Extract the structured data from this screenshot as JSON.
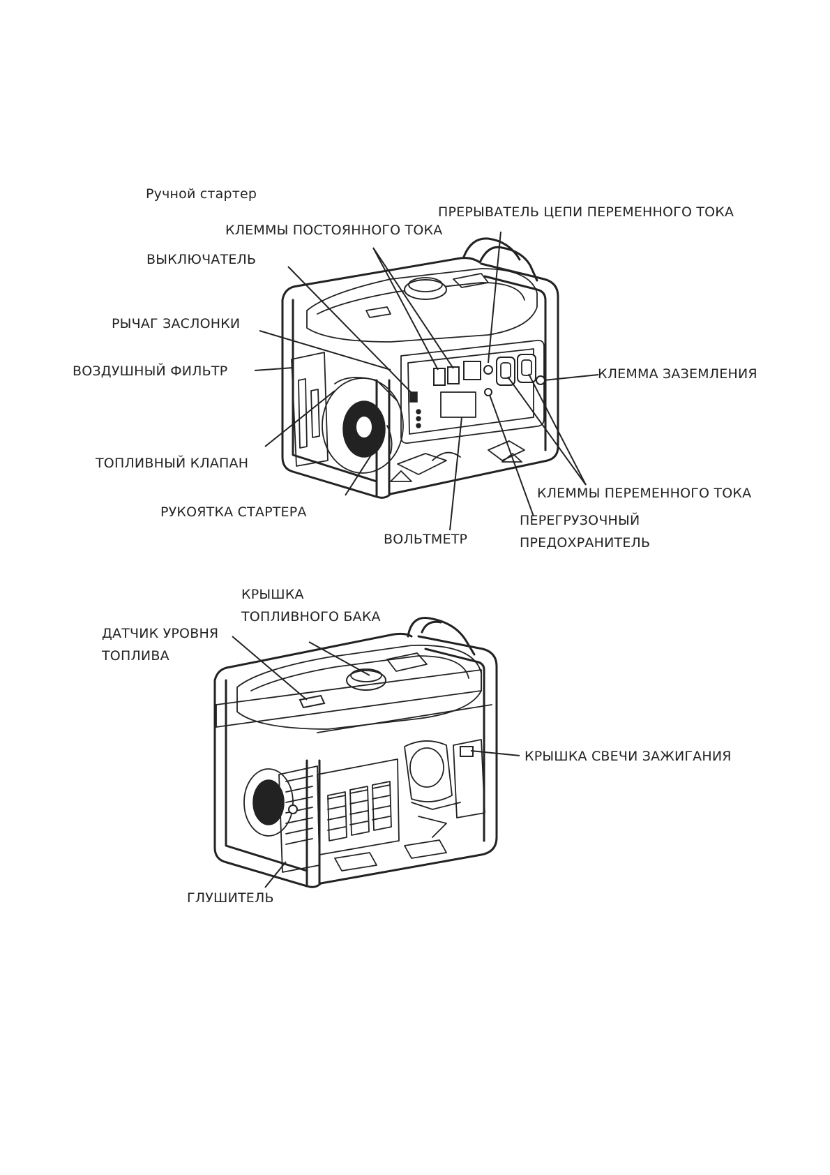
{
  "figure1": {
    "caption": "Ручной стартер",
    "labels": {
      "ac_breaker": "ПРЕРЫВАТЕЛЬ ЦЕПИ ПЕРЕМЕННОГО ТОКА",
      "dc_terminals": "КЛЕММЫ ПОСТОЯННОГО ТОКА",
      "switch": "ВЫКЛЮЧАТЕЛЬ",
      "choke_lever": "РЫЧАГ ЗАСЛОНКИ",
      "air_filter": "ВОЗДУШНЫЙ ФИЛЬТР",
      "ground_terminal": "КЛЕММА ЗАЗЕМЛЕНИЯ",
      "fuel_valve": "ТОПЛИВНЫЙ КЛАПАН",
      "ac_terminals": "КЛЕММЫ ПЕРЕМЕННОГО ТОКА",
      "starter_handle": "РУКОЯТКА СТАРТЕРА",
      "overload_fuse": "ПЕРЕГРУЗОЧНЫЙ\nПРЕДОХРАНИТЕЛЬ",
      "voltmeter": "ВОЛЬТМЕТР"
    }
  },
  "figure2": {
    "labels": {
      "fuel_cap": "КРЫШКА\nТОПЛИВНОГО БАКА",
      "fuel_gauge": "ДАТЧИК УРОВНЯ\nТОПЛИВА",
      "spark_plug_cap": "КРЫШКА СВЕЧИ ЗАЖИГАНИЯ",
      "muffler": "ГЛУШИТЕЛЬ"
    }
  }
}
